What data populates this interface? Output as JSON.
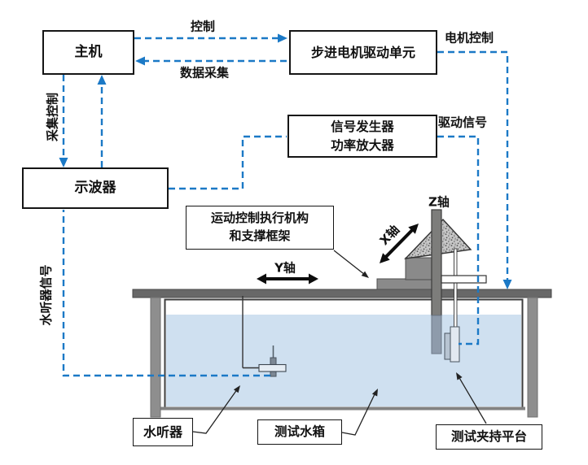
{
  "diagram_title": "hydrophone-calibration-test-system",
  "boxes": {
    "host": "主机",
    "stepper_driver": "步进电机驱动单元",
    "signal_gen_line1": "信号发生器",
    "signal_gen_line2": "功率放大器",
    "oscilloscope": "示波器",
    "motion_line1": "运动控制执行机构",
    "motion_line2": "和支撑框架"
  },
  "links": {
    "control": "控制",
    "data_acquisition": "数据采集",
    "acquisition_control": "采集控制",
    "motor_control": "电机控制",
    "drive_signal": "驱动信号",
    "hydrophone_signal": "水听器信号"
  },
  "axes": {
    "x": "X轴",
    "y": "Y轴",
    "z": "Z轴"
  },
  "part_labels": {
    "hydrophone": "水听器",
    "water_tank": "测试水箱",
    "clamp_platform": "测试夹持平台"
  },
  "colors": {
    "link_blue": "#1b79c6",
    "water_blue": "#cfe0f0",
    "table_gray": "#686868",
    "leg_gray": "#8e8e8e",
    "column_gray": "#7d7d7b",
    "box_border": "#151515"
  }
}
